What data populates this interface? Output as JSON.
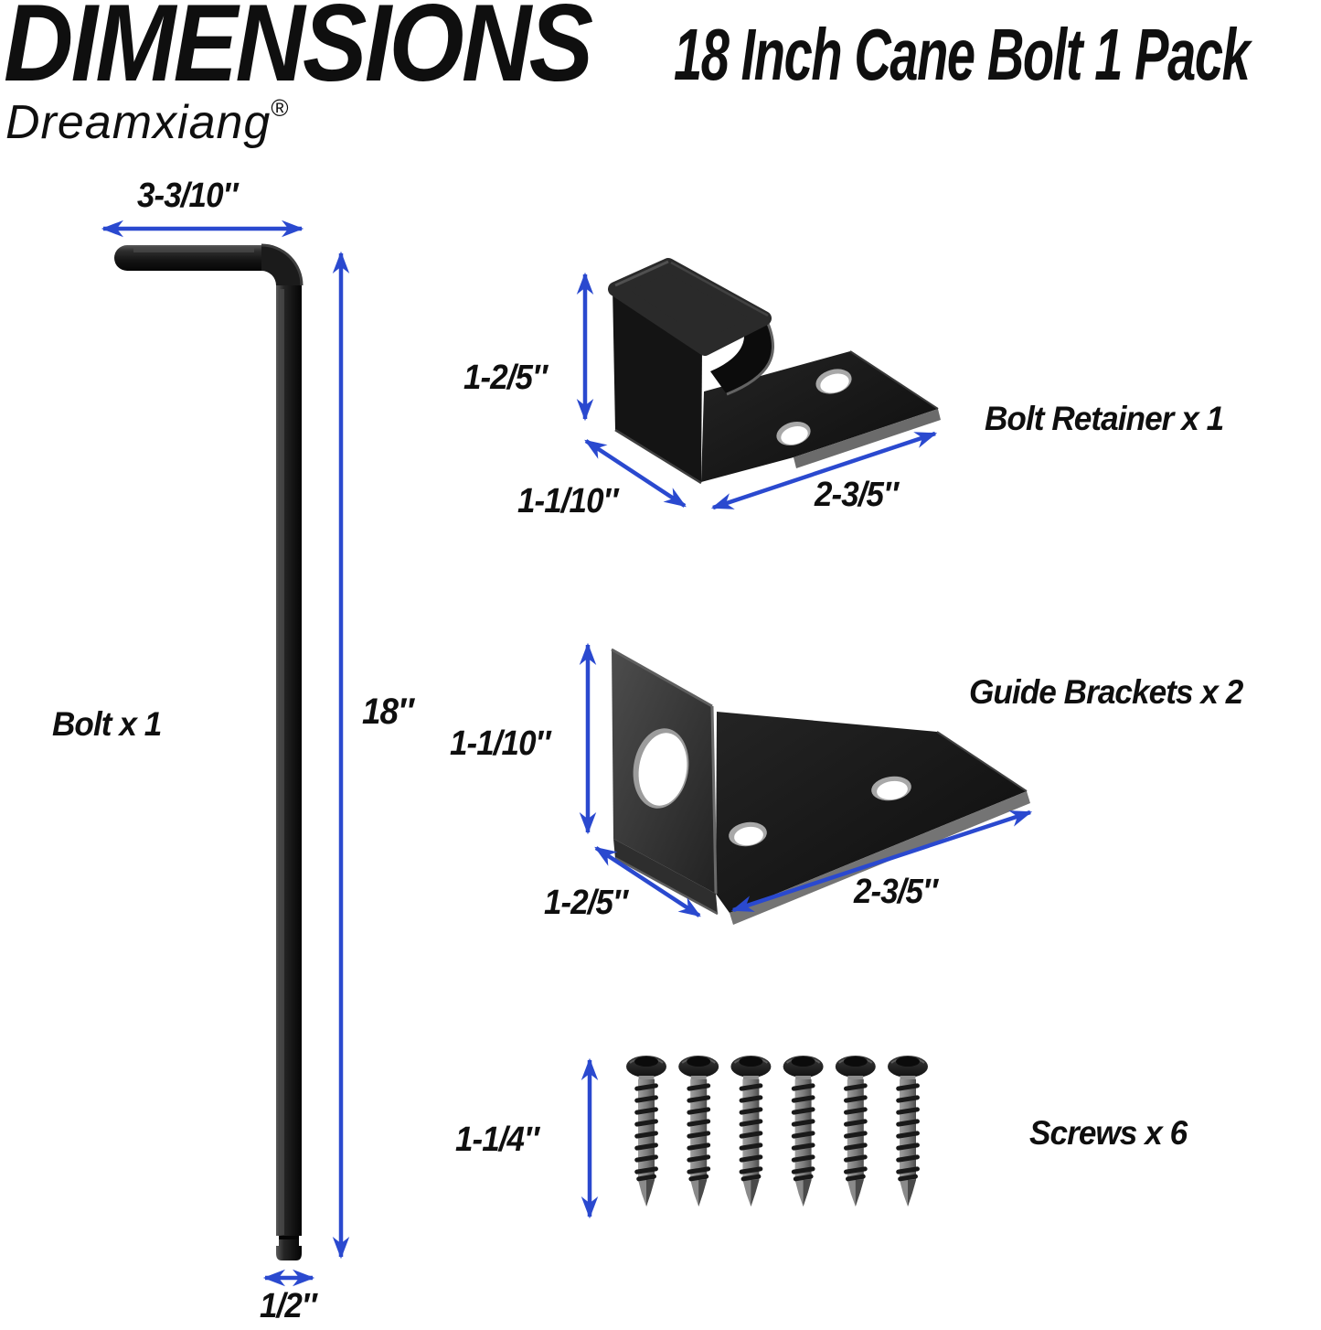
{
  "header": {
    "title": "DIMENSIONS",
    "subtitle": "18 Inch Cane Bolt 1 Pack",
    "brand": "Dreamxiang",
    "brand_mark": "®"
  },
  "colors": {
    "arrow": "#2a49cf",
    "text": "#0f0f0f",
    "background": "#ffffff"
  },
  "parts": {
    "bolt": {
      "label": "Bolt x 1",
      "dims": {
        "handle_width": "3-3/10″",
        "length": "18″",
        "tip_diameter": "1/2″"
      }
    },
    "bolt_retainer": {
      "label": "Bolt Retainer x 1",
      "dims": {
        "height": "1-2/5″",
        "depth": "1-1/10″",
        "width": "2-3/5″"
      }
    },
    "guide_bracket": {
      "label": "Guide Brackets x 2",
      "dims": {
        "height": "1-1/10″",
        "depth": "1-2/5″",
        "width": "2-3/5″"
      }
    },
    "screws": {
      "label": "Screws x 6",
      "count": 6,
      "dims": {
        "length": "1-1/4″"
      }
    }
  }
}
